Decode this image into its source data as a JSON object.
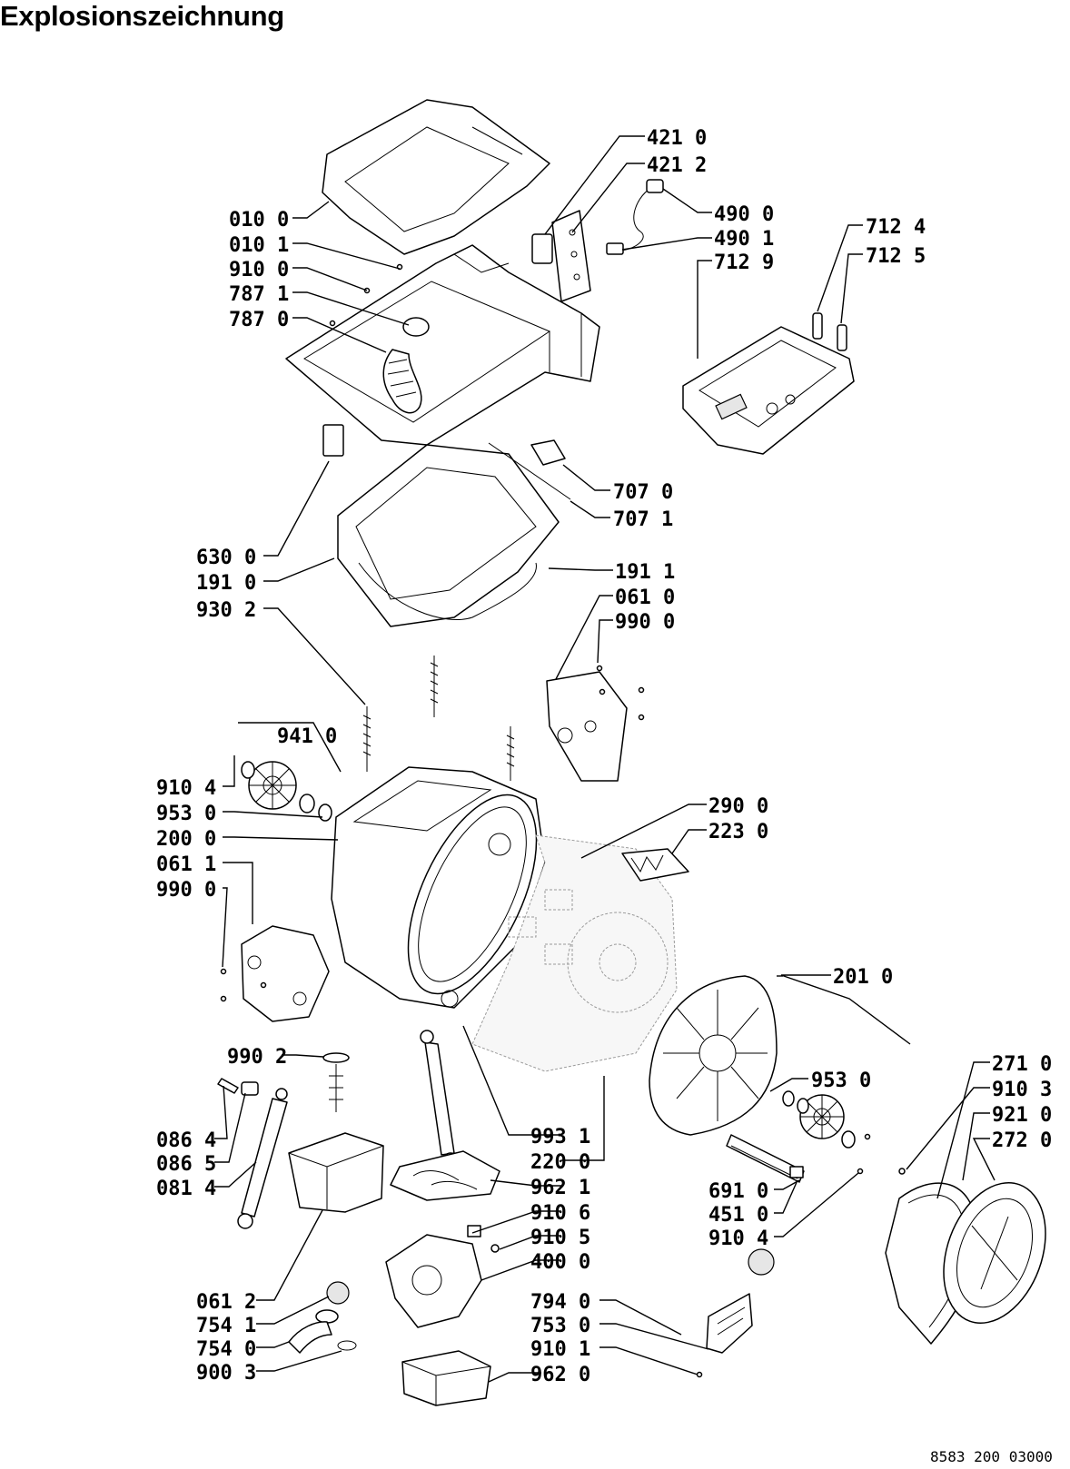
{
  "title": "Explosionszeichnung",
  "document_number": "8583 200 03000",
  "labels": {
    "l_010_0": "010 0",
    "l_010_1": "010 1",
    "l_910_0": "910 0",
    "l_787_1": "787 1",
    "l_787_0": "787 0",
    "l_421_0": "421 0",
    "l_421_2": "421 2",
    "l_490_0": "490 0",
    "l_490_1": "490 1",
    "l_712_9": "712 9",
    "l_712_4": "712 4",
    "l_712_5": "712 5",
    "l_707_0": "707 0",
    "l_707_1": "707 1",
    "l_630_0": "630 0",
    "l_191_0": "191 0",
    "l_191_1": "191 1",
    "l_930_2": "930 2",
    "l_061_0": "061 0",
    "l_990_0_top": "990 0",
    "l_941_0": "941 0",
    "l_910_4_left": "910 4",
    "l_953_0_left": "953 0",
    "l_200_0": "200 0",
    "l_061_1": "061 1",
    "l_990_0_left": "990 0",
    "l_290_0": "290 0",
    "l_223_0": "223 0",
    "l_201_0": "201 0",
    "l_953_0_right": "953 0",
    "l_271_0": "271 0",
    "l_910_3": "910 3",
    "l_921_0": "921 0",
    "l_272_0": "272 0",
    "l_990_2": "990 2",
    "l_086_4": "086 4",
    "l_086_5": "086 5",
    "l_081_4": "081 4",
    "l_993_1": "993 1",
    "l_220_0": "220 0",
    "l_962_1": "962 1",
    "l_910_6": "910 6",
    "l_910_5": "910 5",
    "l_400_0": "400 0",
    "l_691_0": "691 0",
    "l_451_0": "451 0",
    "l_910_4_right": "910 4",
    "l_061_2": "061 2",
    "l_754_1": "754 1",
    "l_754_0": "754 0",
    "l_900_3": "900 3",
    "l_794_0": "794 0",
    "l_753_0": "753 0",
    "l_910_1": "910 1",
    "l_962_0": "962 0"
  }
}
